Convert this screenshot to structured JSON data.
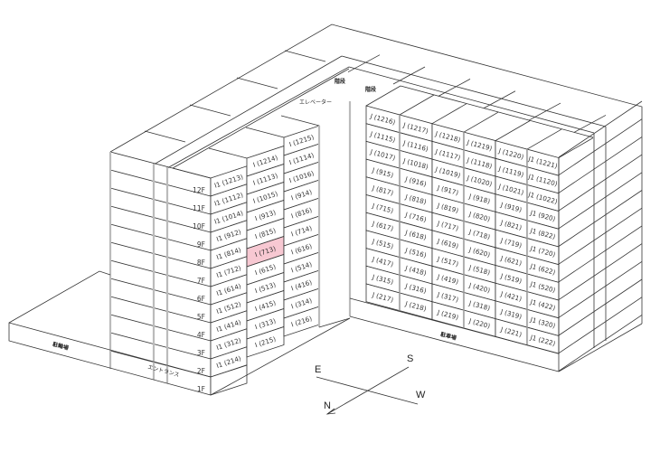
{
  "labels": {
    "stairs_1": "階段",
    "stairs_2": "階段",
    "elevator": "エレベーター",
    "bicycle_parking": "駐輪場",
    "entrance": "エントランス",
    "parking": "駐車場"
  },
  "compass": {
    "east": "E",
    "south": "S",
    "west": "W",
    "north": "N"
  },
  "floors": [
    "12F",
    "11F",
    "10F",
    "9F",
    "8F",
    "7F",
    "6F",
    "5F",
    "4F",
    "3F",
    "2F",
    "1F"
  ],
  "highlight": {
    "unit": "I (713)",
    "color": "#f7c8d2"
  },
  "left_block": {
    "columns": [
      [
        "I1 (1213)",
        "I1 (1112)",
        "I1 (1014)",
        "I1 (912)",
        "I1 (814)",
        "I1 (712)",
        "I1 (614)",
        "I1 (512)",
        "I1 (414)",
        "I1 (312)",
        "I1 (214)"
      ],
      [
        "I (1214)",
        "I (1113)",
        "I (1015)",
        "I (913)",
        "I (815)",
        "I (713)",
        "I (615)",
        "I (513)",
        "I (415)",
        "I (313)",
        "I (215)"
      ],
      [
        "I (1215)",
        "I (1114)",
        "I (1016)",
        "I (914)",
        "I (816)",
        "I (714)",
        "I (616)",
        "I (514)",
        "I (416)",
        "I (314)",
        "I (216)"
      ]
    ]
  },
  "right_block": {
    "columns": [
      [
        "J (1216)",
        "J (1115)",
        "J (1017)",
        "J (915)",
        "J (817)",
        "J (715)",
        "J (617)",
        "J (515)",
        "J (417)",
        "J (315)",
        "J (217)"
      ],
      [
        "J (1217)",
        "J (1116)",
        "J (1018)",
        "J (916)",
        "J (818)",
        "J (716)",
        "J (618)",
        "J (516)",
        "J (418)",
        "J (316)",
        "J (218)"
      ],
      [
        "J (1218)",
        "J (1117)",
        "J (1019)",
        "J (917)",
        "J (819)",
        "J (717)",
        "J (619)",
        "J (517)",
        "J (419)",
        "J (317)",
        "J (219)"
      ],
      [
        "J (1219)",
        "J (1118)",
        "J (1020)",
        "J (918)",
        "J (820)",
        "J (718)",
        "J (620)",
        "J (518)",
        "J (420)",
        "J (318)",
        "J (220)"
      ],
      [
        "J (1220)",
        "J (1119)",
        "J (1021)",
        "J (919)",
        "J (821)",
        "J (719)",
        "J (621)",
        "J (519)",
        "J (421)",
        "J (319)",
        "J (221)"
      ],
      [
        "J1 (1221)",
        "J1 (1120)",
        "J1 (1022)",
        "J1 (920)",
        "J1 (822)",
        "J1 (720)",
        "J1 (622)",
        "J1 (520)",
        "J1 (422)",
        "J1 (320)",
        "J1 (222)"
      ]
    ]
  }
}
